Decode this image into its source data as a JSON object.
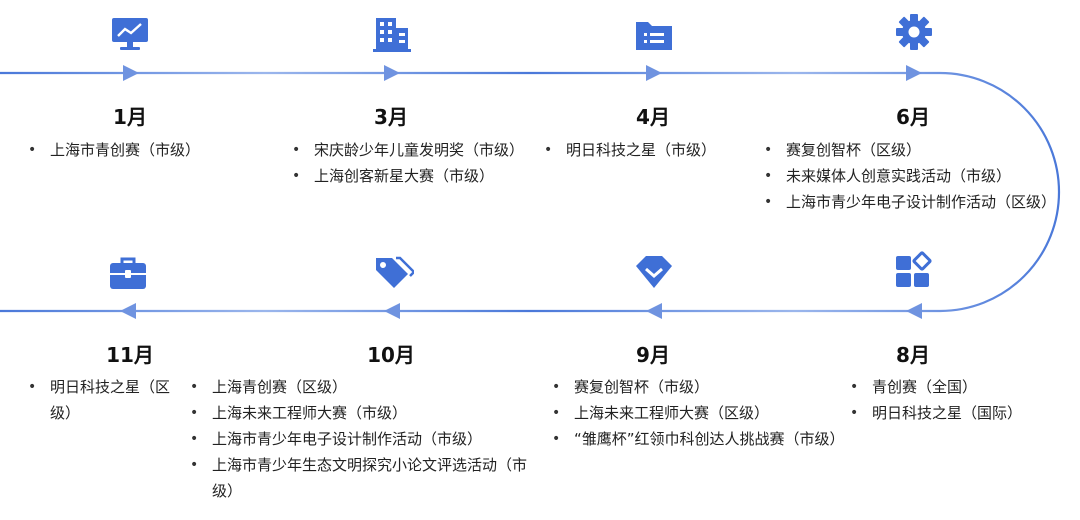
{
  "accent": "#4a78d9",
  "icon_color": "#3f6fd6",
  "top_row": [
    {
      "month": "1月",
      "icon": "monitor-chart-icon",
      "items": [
        "上海市青创赛（市级）"
      ]
    },
    {
      "month": "3月",
      "icon": "building-icon",
      "items": [
        "宋庆龄少年儿童发明奖（市级）",
        "上海创客新星大赛（市级）"
      ]
    },
    {
      "month": "4月",
      "icon": "folder-list-icon",
      "items": [
        "明日科技之星（市级）"
      ]
    },
    {
      "month": "6月",
      "icon": "gear-icon",
      "items": [
        "赛复创智杯（区级）",
        "未来媒体人创意实践活动（市级）",
        "上海市青少年电子设计制作活动（区级）"
      ]
    }
  ],
  "bottom_row": [
    {
      "month": "11月",
      "icon": "briefcase-icon",
      "items": [
        "明日科技之星（区级）"
      ]
    },
    {
      "month": "10月",
      "icon": "tags-icon",
      "items": [
        "上海青创赛（区级）",
        "上海未来工程师大赛（市级）",
        "上海市青少年电子设计制作活动（市级）",
        "上海市青少年生态文明探究小论文评选活动（市级）"
      ]
    },
    {
      "month": "9月",
      "icon": "badge-check-icon",
      "items": [
        "赛复创智杯（市级）",
        "上海未来工程师大赛（区级）",
        "“雏鹰杯”红领巾科创达人挑战赛（市级）"
      ]
    },
    {
      "month": "8月",
      "icon": "apps-icon",
      "items": [
        "青创赛（全国）",
        "明日科技之星（国际）"
      ]
    }
  ]
}
